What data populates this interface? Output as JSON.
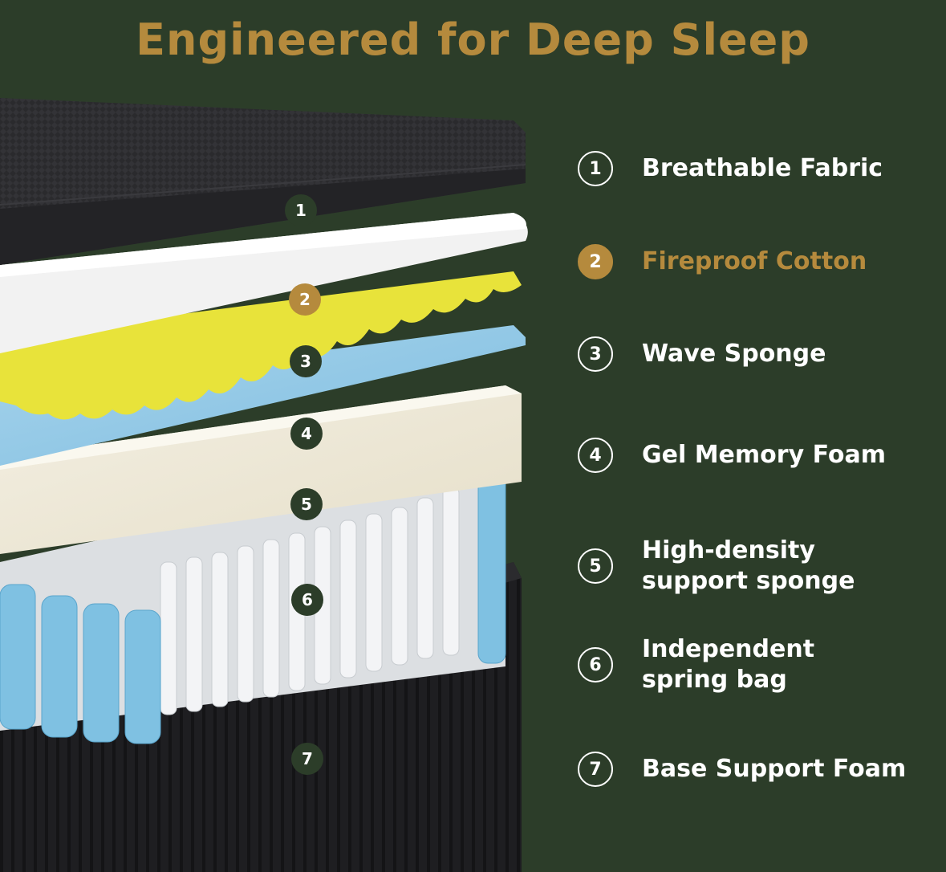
{
  "title": "Engineered for Deep Sleep",
  "accent_color": "#b58a3d",
  "background_color": "#2c3d29",
  "layers": [
    {
      "number": "1",
      "label": "Breathable Fabric",
      "active": false
    },
    {
      "number": "2",
      "label": "Fireproof Cotton",
      "active": true
    },
    {
      "number": "3",
      "label": "Wave Sponge",
      "active": false
    },
    {
      "number": "4",
      "label": "Gel Memory Foam",
      "active": false
    },
    {
      "number": "5",
      "label": "High-density support sponge",
      "active": false
    },
    {
      "number": "6",
      "label": "Independent spring bag",
      "active": false
    },
    {
      "number": "7",
      "label": "Base Support Foam",
      "active": false
    }
  ]
}
